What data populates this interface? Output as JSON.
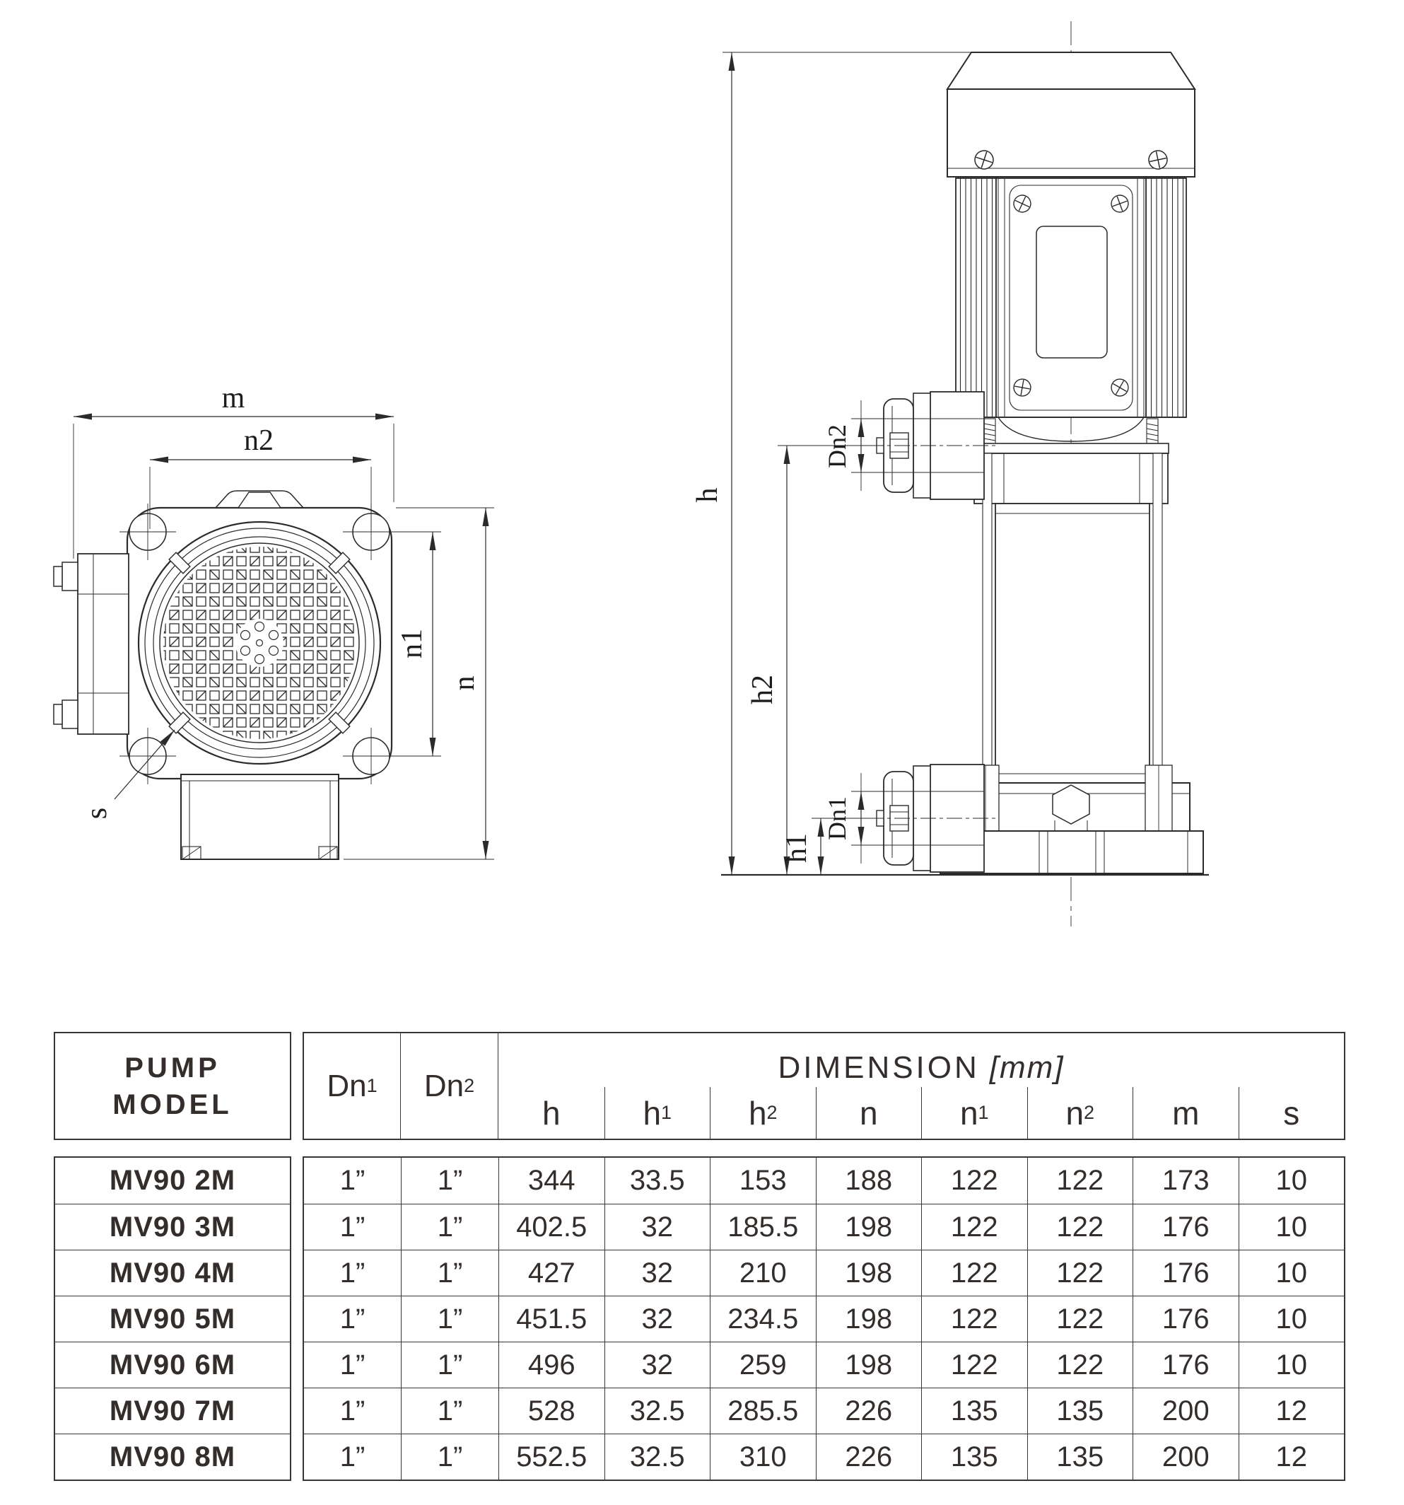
{
  "drawing": {
    "top_view": {
      "labels": {
        "m": "m",
        "n2": "n2",
        "n1": "n1",
        "n": "n",
        "s": "s"
      }
    },
    "side_view": {
      "labels": {
        "h": "h",
        "h2": "h2",
        "h1": "h1",
        "dn1": "Dn1",
        "dn2": "Dn2"
      }
    },
    "line_color": "#2b2b2b"
  },
  "table": {
    "model_header_line1": "PUMP",
    "model_header_line2": "MODEL",
    "dn1": {
      "base": "Dn",
      "sub": "1"
    },
    "dn2": {
      "base": "Dn",
      "sub": "2"
    },
    "dimension_title": "DIMENSION",
    "dimension_unit": "[mm]",
    "columns": [
      {
        "base": "h",
        "sub": ""
      },
      {
        "base": "h",
        "sub": "1"
      },
      {
        "base": "h",
        "sub": "2"
      },
      {
        "base": "n",
        "sub": ""
      },
      {
        "base": "n",
        "sub": "1"
      },
      {
        "base": "n",
        "sub": "2"
      },
      {
        "base": "m",
        "sub": ""
      },
      {
        "base": "s",
        "sub": ""
      }
    ],
    "rows": [
      {
        "cells": [
          "MV90 2M",
          "1”",
          "1”",
          "344",
          "33.5",
          "153",
          "188",
          "122",
          "122",
          "173",
          "10"
        ]
      },
      {
        "cells": [
          "MV90 3M",
          "1”",
          "1”",
          "402.5",
          "32",
          "185.5",
          "198",
          "122",
          "122",
          "176",
          "10"
        ]
      },
      {
        "cells": [
          "MV90 4M",
          "1”",
          "1”",
          "427",
          "32",
          "210",
          "198",
          "122",
          "122",
          "176",
          "10"
        ]
      },
      {
        "cells": [
          "MV90 5M",
          "1”",
          "1”",
          "451.5",
          "32",
          "234.5",
          "198",
          "122",
          "122",
          "176",
          "10"
        ]
      },
      {
        "cells": [
          "MV90 6M",
          "1”",
          "1”",
          "496",
          "32",
          "259",
          "198",
          "122",
          "122",
          "176",
          "10"
        ]
      },
      {
        "cells": [
          "MV90 7M",
          "1”",
          "1”",
          "528",
          "32.5",
          "285.5",
          "226",
          "135",
          "135",
          "200",
          "12"
        ]
      },
      {
        "cells": [
          "MV90 8M",
          "1”",
          "1”",
          "552.5",
          "32.5",
          "310",
          "226",
          "135",
          "135",
          "200",
          "12"
        ]
      }
    ]
  }
}
